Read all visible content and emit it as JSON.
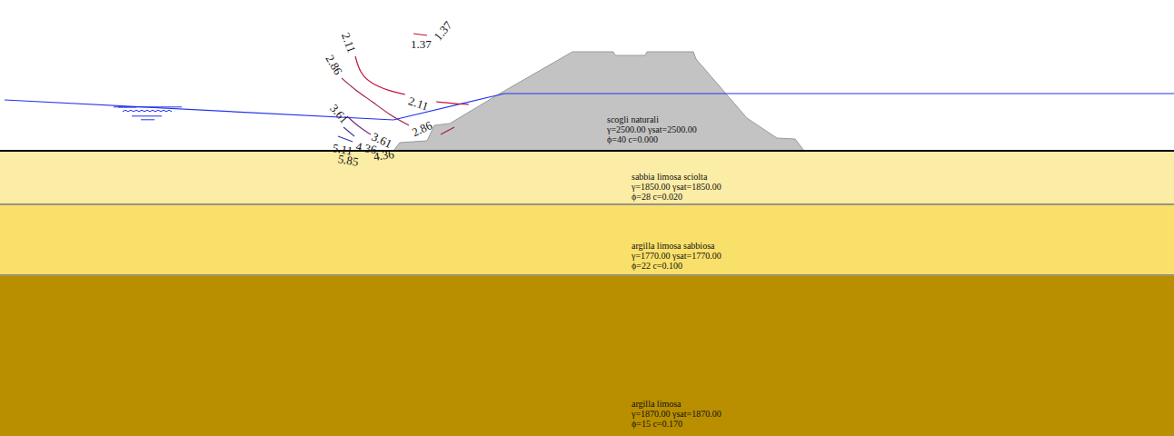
{
  "diagram": {
    "nodes": [
      {
        "text": [
          "scogli naturali",
          "γ=2500.00   γsat=2500.00",
          "ϕ=40  c=0.000"
        ]
      },
      {
        "text": [
          "sabbia limosa sciolta",
          "γ=1850.00   γsat=1850.00",
          "ϕ=28  c=0.020"
        ]
      },
      {
        "text": [
          "argilla limosa sabbiosa",
          "γ=1770.00   γsat=1770.00",
          "ϕ=22  c=0.100"
        ]
      },
      {
        "text": [
          "argilla limosa",
          "γ=1870.00   γsat=1870.00",
          "ϕ=15  c=0.170"
        ]
      }
    ],
    "labels": [
      "2.11",
      "2.86",
      "1.37",
      "1.37",
      "2.11",
      "3.61",
      "2.86",
      "3.61",
      "4.36",
      "4.36",
      "5.11",
      "5.85"
    ]
  }
}
